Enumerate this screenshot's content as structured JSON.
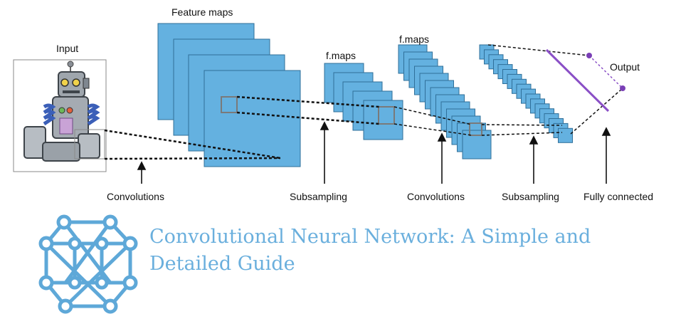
{
  "diagram": {
    "input_label": "Input",
    "fmaps_label_1": "Feature maps",
    "fmaps_label_2": "f.maps",
    "fmaps_label_3": "f.maps",
    "output_label": "Output",
    "stage_labels": {
      "convolutions_1": "Convolutions",
      "subsampling_1": "Subsampling",
      "convolutions_2": "Convolutions",
      "subsampling_2": "Subsampling",
      "fully_connected": "Fully connected"
    }
  },
  "article": {
    "title_line1": "Convolutional Neural Network: A Simple and",
    "title_line2": "Detailed Guide"
  },
  "colors": {
    "map_fill": "#64b1e0",
    "map_stroke": "#2f6f99",
    "output_line": "#8a4fc6",
    "title_text": "#6aafdd",
    "logo_stroke": "#5ea8d8"
  }
}
